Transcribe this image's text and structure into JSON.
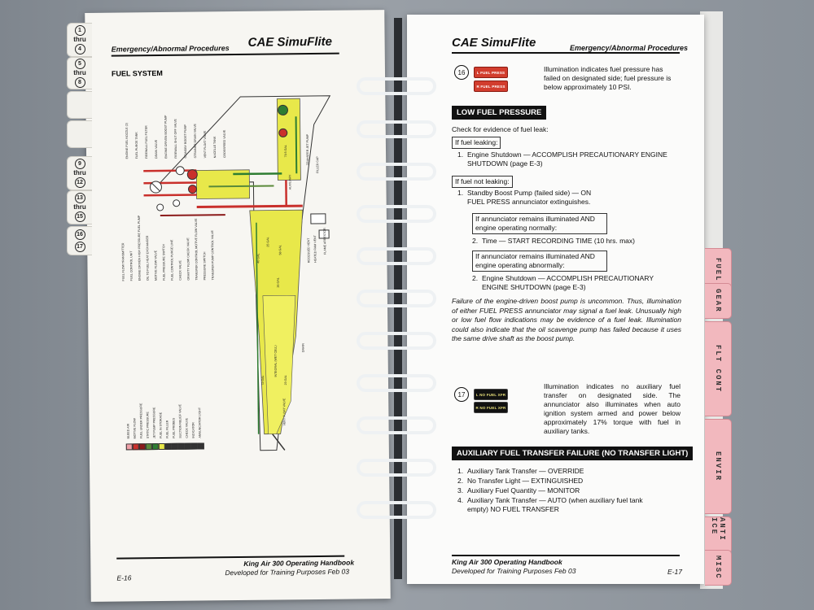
{
  "left_page": {
    "section": "Emergency/Abnormal Procedures",
    "brand": "CAE SimuFlite",
    "title": "FUEL SYSTEM",
    "footer_title": "King Air 300 Operating Handbook",
    "footer_sub": "Developed for Training Purposes  Feb 03",
    "page_num": "E-16",
    "tabs": [
      {
        "top": "1",
        "mid": "thru",
        "bot": "4"
      },
      {
        "top": "5",
        "mid": "thru",
        "bot": "8"
      },
      {
        "top": "9",
        "mid": "thru",
        "bot": "12"
      },
      {
        "top": "13",
        "mid": "thru",
        "bot": "15"
      },
      {
        "top": "16",
        "mid": "",
        "bot": "17"
      }
    ],
    "diagram_labels_left": [
      "ENGINE FUEL NOZZLE (2)",
      "FUEL PURGE TANK",
      "FIREWALL FUEL FILTER",
      "DRAIN VALVE",
      "ENGINE DRIVEN BOOST PUMP",
      "FIREWALL SHUT OFF VALVE",
      "STANDBY BOOST PUMP",
      "STRAINER DRAIN VALVE",
      "VENT FLOAT VALVE",
      "NACELLE TANK",
      "CROSSFEED VALVE"
    ],
    "diagram_labels_bottom": [
      "FUEL FLOW TRANSMITTER",
      "FUEL CONTROL UNIT",
      "ENGINE DRIVEN HIGH PRESSURE FUEL PUMP",
      "OIL TO FUEL HEAT EXCHANGER",
      "MOTIVE FLOW VALVE",
      "FUEL PRESSURE SWITCH",
      "FUEL CONTROL PURGE LINE",
      "CHECK VALVE",
      "GRAVITY FLOW CHECK VALVE",
      "TRANSFER CONTROL MOTIVE FLOW VALVE",
      "PRESSURE SWITCH",
      "TRANSFER PUMP CONTROL VALVE"
    ],
    "diagram_labels_wing": [
      "79.5 GAL",
      "58 GAL",
      "40 GAL",
      "25 GAL",
      "26 GAL",
      "INTEGRAL (WET CELL)",
      "72 GAL",
      "23 GAL",
      "VENT FLOAT VALVE",
      "DRAIN",
      "RECESSED VENT",
      "HEATED RAM VENT",
      "FLAME ARRESTOR",
      "AUXILIARY",
      "TRANSFER JET PUMP",
      "FILLER CAP"
    ],
    "legend": [
      {
        "label": "BLEED AIR",
        "color": "#f0a0a8"
      },
      {
        "label": "MOTIVE FLOW",
        "color": "#c9302c"
      },
      {
        "label": "FUEL UNDER PRESSURE",
        "color": "#8b1a1a"
      },
      {
        "label": "STATIC PRESSURE",
        "color": "#5a8a3a"
      },
      {
        "label": "JET PUMP PRESSURE",
        "color": "#2e7d32"
      },
      {
        "label": "FUEL IN STORAGE",
        "color": "#e8e84a"
      },
      {
        "label": "FUEL FILLER",
        "color": "#333333"
      },
      {
        "label": "FUEL PROBES",
        "color": "#333333"
      },
      {
        "label": "SUCTION RELIEF VALVE",
        "color": "#333333"
      },
      {
        "label": "CHECK VALVE",
        "color": "#333333"
      },
      {
        "label": "INDICATOR",
        "color": "#333333"
      },
      {
        "label": "ANNUNCIATOR LIGHT",
        "color": "#333333"
      }
    ]
  },
  "right_page": {
    "brand": "CAE SimuFlite",
    "section": "Emergency/Abnormal Procedures",
    "item16": {
      "num": "16",
      "annun1": "L FUEL PRESS",
      "annun2": "R FUEL PRESS",
      "desc": "Illumination indicates fuel pressure has failed on designated side; fuel pressure is below approximately 10 PSI."
    },
    "low_fuel": {
      "title": "LOW FUEL PRESSURE",
      "check": "Check for evidence of fuel leak:",
      "leaking": "If fuel leaking:",
      "step1_num": "1.",
      "step1": "Engine Shutdown — ACCOMPLISH PRECAUTIONARY ENGINE SHUTDOWN (page E-3)",
      "not_leaking": "If fuel not leaking:",
      "step1b_num": "1.",
      "step1b": "Standby Boost Pump (failed side) — ON FUEL PRESS annunciator extinguishes.",
      "cond_normal": "If annunciator remains illuminated AND engine operating normally:",
      "step2_num": "2.",
      "step2": "Time — START RECORDING TIME (10 hrs. max)",
      "cond_abnormal": "If annunciator remains illuminated AND engine operating abnormally:",
      "step2b_num": "2.",
      "step2b": "Engine Shutdown — ACCOMPLISH PRECAUTIONARY ENGINE SHUTDOWN (page E-3)",
      "note": "Failure of the engine-driven boost pump is uncommon. Thus, illumination of either FUEL PRESS annunciator may signal a fuel leak. Unusually high or low fuel flow indications may be evidence of a fuel leak. Illumination could also indicate that the oil scavenge pump has failed because it uses the same drive shaft as the boost pump."
    },
    "item17": {
      "num": "17",
      "annun1": "L NO FUEL XFR",
      "annun2": "R NO FUEL XFR",
      "desc": "Illumination indicates no auxiliary fuel transfer on designated side. The annunciator also illuminates when auto ignition system armed and power below approximately 17% torque with fuel in auxiliary tanks."
    },
    "aux": {
      "title": "AUXILIARY FUEL TRANSFER FAILURE (NO TRANSFER LIGHT)",
      "steps": [
        {
          "n": "1.",
          "t": "Auxiliary Tank Transfer — OVERRIDE"
        },
        {
          "n": "2.",
          "t": "No Transfer Light — EXTINGUISHED"
        },
        {
          "n": "3.",
          "t": "Auxiliary Fuel Quantity — MONITOR"
        },
        {
          "n": "4.",
          "t": "Auxiliary Tank Transfer — AUTO (when auxiliary fuel tank empty) NO FUEL TRANSFER"
        }
      ]
    },
    "footer_title": "King Air 300 Operating Handbook",
    "footer_sub": "Developed for Training Purposes  Feb 03",
    "page_num": "E-17",
    "tabs": [
      {
        "label": "FUEL"
      },
      {
        "label": "GEAR"
      },
      {
        "label": "FLT CONT"
      },
      {
        "label": "ENVIR"
      },
      {
        "label": "ANTI ICE"
      },
      {
        "label": "MISC"
      }
    ]
  }
}
